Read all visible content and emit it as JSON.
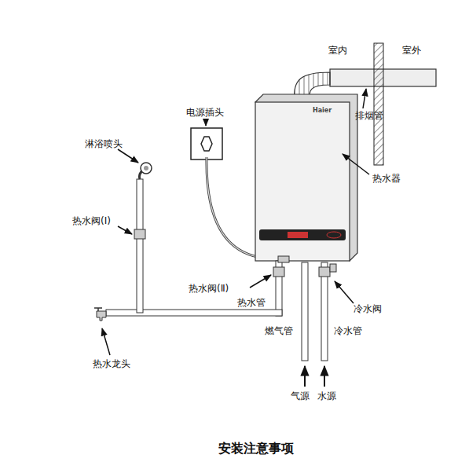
{
  "diagram": {
    "title": "安装注意事项",
    "labels": [
      "室内",
      "室外",
      "排烟管",
      "电源插头",
      "淋浴喷头",
      "热水器",
      "Haier",
      "热水阀(Ⅰ)",
      "热水阀(Ⅱ)",
      "热水管",
      "冷水阀",
      "燃气管",
      "冷水管",
      "热水龙头",
      "气源",
      "水源"
    ]
  }
}
